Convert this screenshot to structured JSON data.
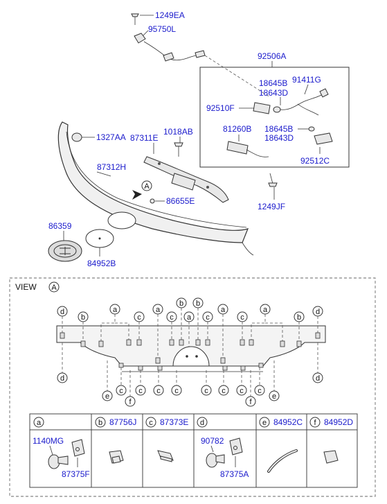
{
  "part_labels": {
    "p1249EA": "1249EA",
    "p95750L": "95750L",
    "p92506A": "92506A",
    "p18645B_1": "18645B",
    "p18643D_1": "18643D",
    "p91411G": "91411G",
    "p92510F": "92510F",
    "p81260B": "81260B",
    "p18645B_2": "18645B",
    "p18643D_2": "18643D",
    "p92512C": "92512C",
    "p1249JF": "1249JF",
    "p1327AA": "1327AA",
    "p87311E": "87311E",
    "p1018AB": "1018AB",
    "p87312H": "87312H",
    "p86655E": "86655E",
    "p86359": "86359",
    "p84952B": "84952B"
  },
  "callout_a": "A",
  "view": {
    "title": "VIEW",
    "ref": "A"
  },
  "view_callouts": {
    "top": [
      "d",
      "b",
      "a",
      "c",
      "a",
      "b",
      "b",
      "a",
      "c",
      "c",
      "a",
      "b",
      "d"
    ],
    "top_extra": [
      "c",
      "a"
    ],
    "bottom": [
      "d",
      "e",
      "c",
      "f",
      "c",
      "c",
      "c",
      "c",
      "c",
      "f",
      "c",
      "e",
      "d"
    ]
  },
  "legend": {
    "headers": [
      {
        "letter": "a",
        "part": ""
      },
      {
        "letter": "b",
        "part": "87756J"
      },
      {
        "letter": "c",
        "part": "87373E"
      },
      {
        "letter": "d",
        "part": ""
      },
      {
        "letter": "e",
        "part": "84952C"
      },
      {
        "letter": "f",
        "part": "84952D"
      }
    ],
    "a_parts": [
      "1140MG",
      "87375F"
    ],
    "d_parts": [
      "90782",
      "87375A"
    ]
  }
}
